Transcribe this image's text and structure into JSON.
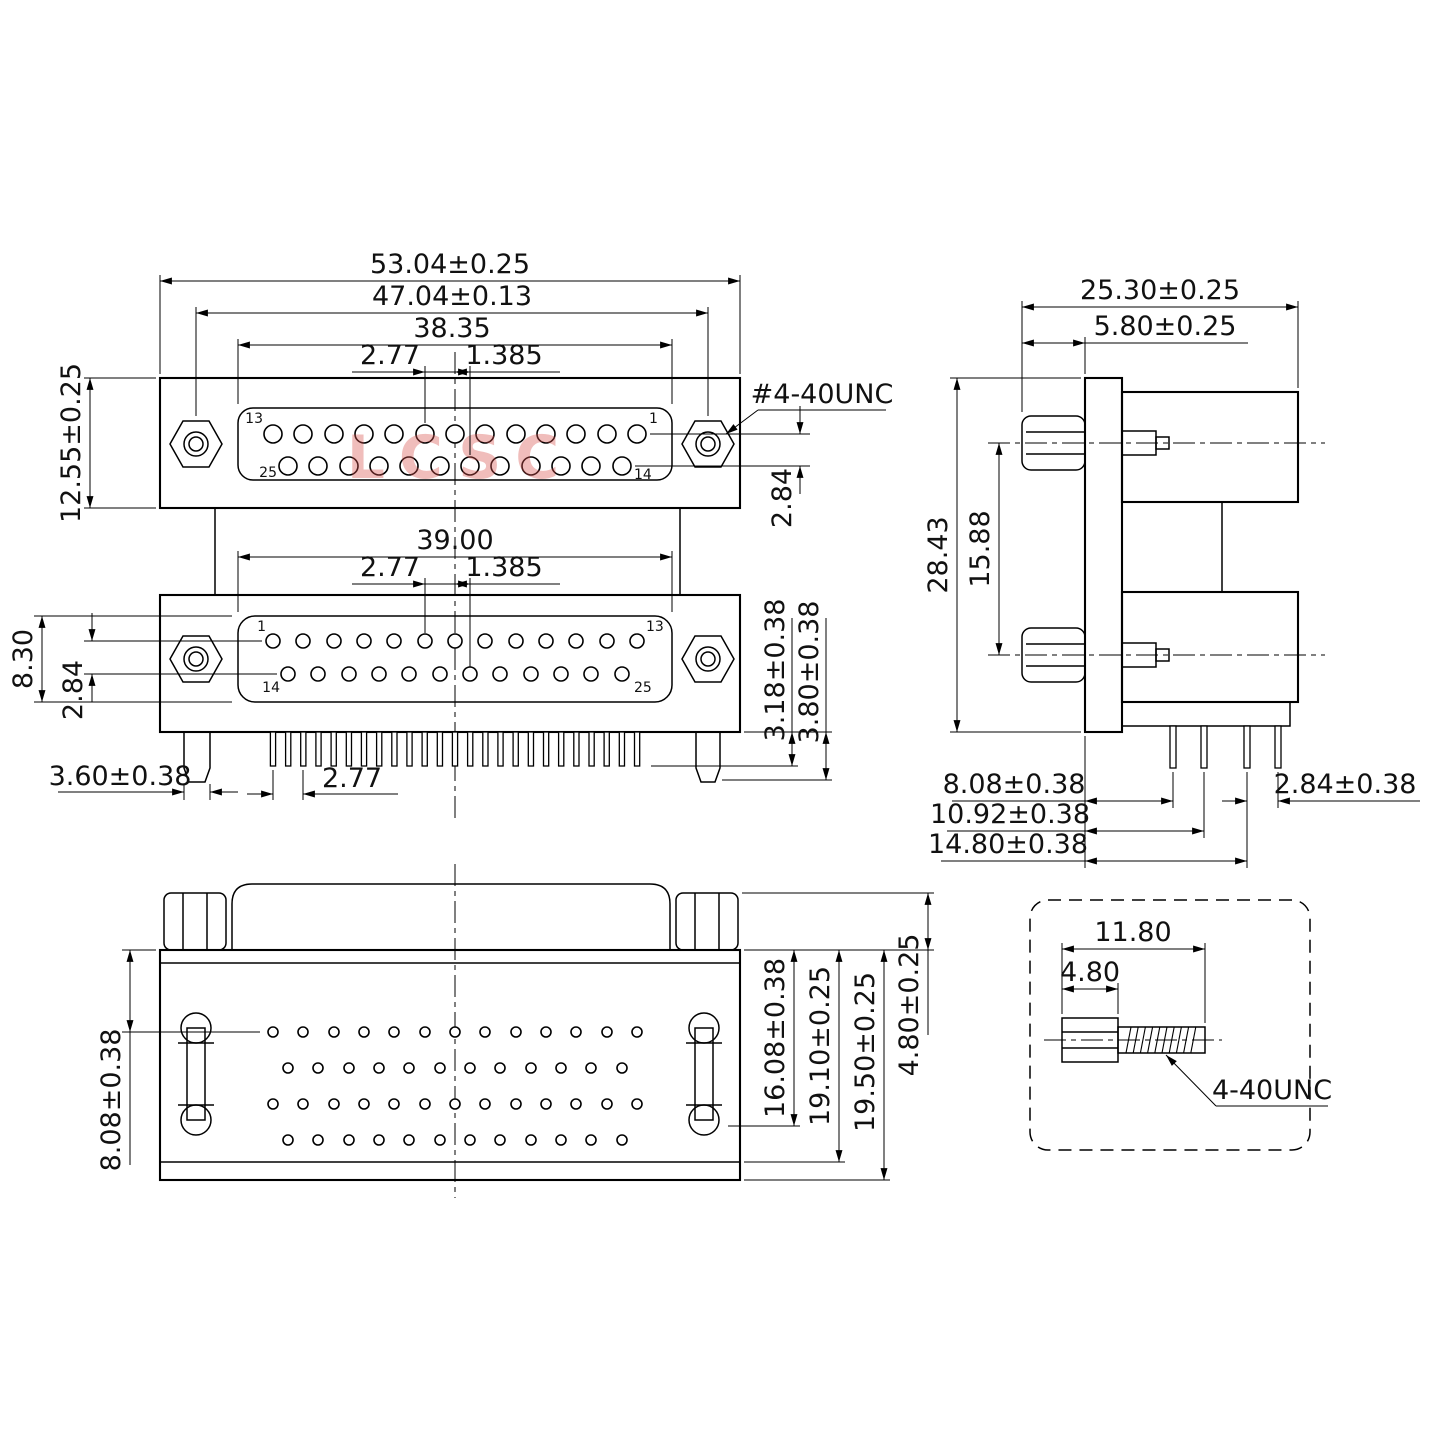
{
  "watermark": {
    "text": "LCSC"
  },
  "front_view": {
    "dims": {
      "overall_width": "53.04±0.25",
      "mount_spacing": "47.04±0.13",
      "shell_width_top": "38.35",
      "pitch_top": "2.77",
      "half_pitch_top": "1.385",
      "flange_height": "12.55±0.25",
      "thread_callout": "#4-40UNC",
      "row_offset_right": "2.84",
      "shell_width_bottom": "39.00",
      "pitch_mid": "2.77",
      "half_pitch_mid": "1.385",
      "shell_height": "8.30",
      "row_offset_left": "2.84",
      "pin_length": "3.18±0.38",
      "peg_length": "3.80±0.38",
      "peg_width": "3.60±0.38",
      "pin_pitch": "2.77"
    },
    "top_connector_labels": {
      "top_left": "13",
      "top_right": "1",
      "bottom_left": "25",
      "bottom_right": "14"
    },
    "bottom_connector_labels": {
      "top_left": "1",
      "top_right": "13",
      "bottom_left": "14",
      "bottom_right": "25"
    }
  },
  "side_view": {
    "dims": {
      "total_depth": "25.30±0.25",
      "screw_length": "5.80±0.25",
      "height": "28.43",
      "port_spacing": "15.88",
      "pin_row1": "8.08±0.38",
      "pin_row2": "10.92±0.38",
      "pin_row3": "14.80±0.38",
      "pin_row_gap": "2.84±0.38"
    }
  },
  "bottom_view": {
    "dims": {
      "row1_offset": "8.08±0.38",
      "boardlock_offset": "16.08±0.38",
      "depth_a": "19.10±0.25",
      "depth_b": "19.50±0.25",
      "shell_height": "4.80±0.25"
    }
  },
  "detail_view": {
    "dims": {
      "screw_total_length": "11.80",
      "head_length": "4.80",
      "thread_spec": "4-40UNC"
    }
  }
}
